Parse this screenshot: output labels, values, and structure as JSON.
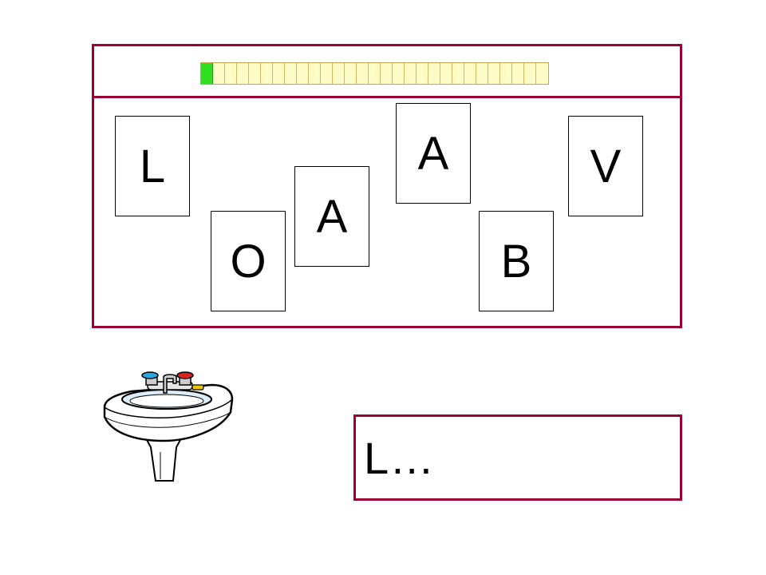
{
  "game": {
    "progress": {
      "total_segments": 29,
      "completed_segments": 1,
      "completed_color": "#33dd22",
      "empty_color": "#fffcc8"
    },
    "letter_cards": [
      {
        "letter": "L"
      },
      {
        "letter": "O"
      },
      {
        "letter": "A"
      },
      {
        "letter": "A"
      },
      {
        "letter": "B"
      },
      {
        "letter": "V"
      }
    ],
    "picture": {
      "icon": "sink-icon"
    },
    "answer": {
      "text": "L…"
    },
    "colors": {
      "frame": "#990033"
    }
  }
}
